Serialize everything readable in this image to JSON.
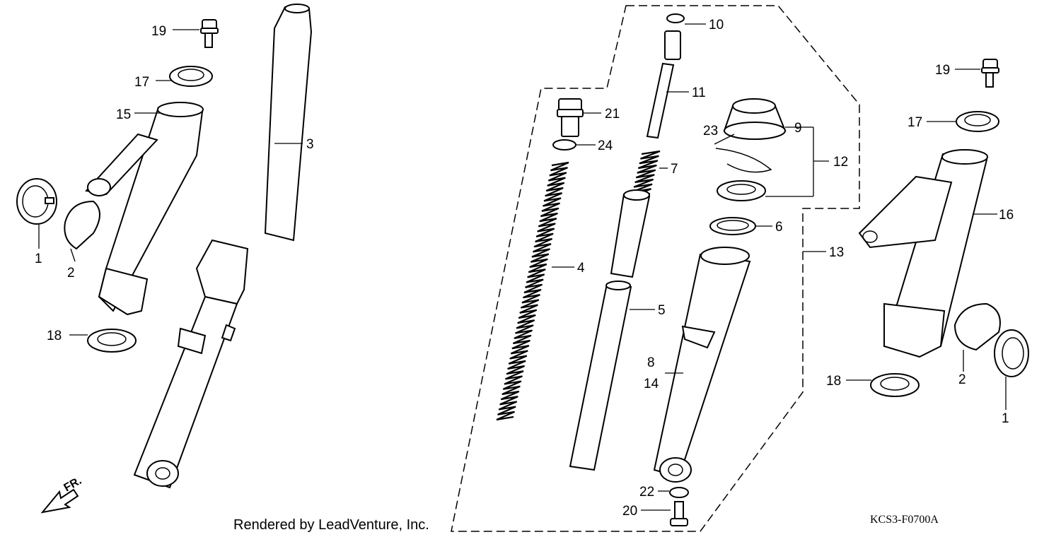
{
  "callouts": [
    {
      "id": "c19a",
      "text": "19"
    },
    {
      "id": "c17a",
      "text": "17"
    },
    {
      "id": "c15",
      "text": "15"
    },
    {
      "id": "c3",
      "text": "3"
    },
    {
      "id": "c1a",
      "text": "1"
    },
    {
      "id": "c2a",
      "text": "2"
    },
    {
      "id": "c18a",
      "text": "18"
    },
    {
      "id": "c10",
      "text": "10"
    },
    {
      "id": "c11",
      "text": "11"
    },
    {
      "id": "c21",
      "text": "21"
    },
    {
      "id": "c24",
      "text": "24"
    },
    {
      "id": "c9",
      "text": "9"
    },
    {
      "id": "c23",
      "text": "23"
    },
    {
      "id": "c12",
      "text": "12"
    },
    {
      "id": "c7",
      "text": "7"
    },
    {
      "id": "c6",
      "text": "6"
    },
    {
      "id": "c13",
      "text": "13"
    },
    {
      "id": "c4",
      "text": "4"
    },
    {
      "id": "c5",
      "text": "5"
    },
    {
      "id": "c8",
      "text": "8"
    },
    {
      "id": "c14",
      "text": "14"
    },
    {
      "id": "c22",
      "text": "22"
    },
    {
      "id": "c20",
      "text": "20"
    },
    {
      "id": "c19b",
      "text": "19"
    },
    {
      "id": "c17b",
      "text": "17"
    },
    {
      "id": "c16",
      "text": "16"
    },
    {
      "id": "c2b",
      "text": "2"
    },
    {
      "id": "c1b",
      "text": "1"
    },
    {
      "id": "c18b",
      "text": "18"
    }
  ],
  "direction_label": "FR.",
  "credit": "Rendered by LeadVenture, Inc.",
  "diagram_code": "KCS3-F0700A"
}
